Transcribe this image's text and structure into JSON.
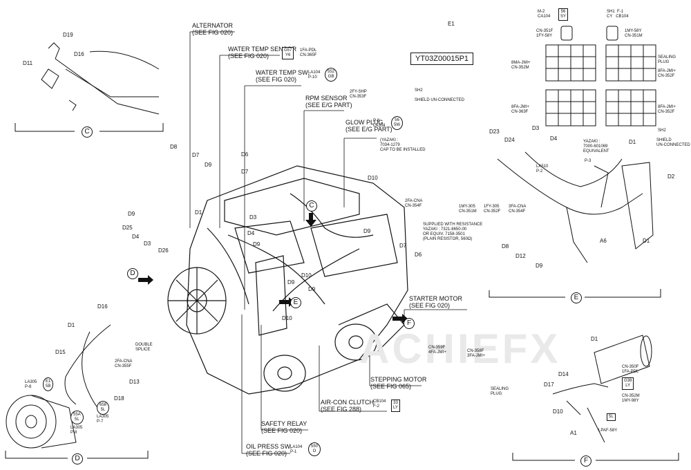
{
  "part_number": "YT03Z00015P1",
  "ref_e1": "E1",
  "watermark": "ACHIEFX",
  "callouts": {
    "alternator": [
      "ALTERNATOR",
      "(SEE FIG 020)"
    ],
    "water_temp_sensor": [
      "WATER TEMP SENSOR",
      "(SEE FIG 020)"
    ],
    "water_temp_sw": [
      "WATER TEMP SW.",
      "(SEE FIG 020)"
    ],
    "rpm_sensor": [
      "RPM SENSOR",
      "(SEE E/G PART)"
    ],
    "glow_plug": [
      "GLOW PLUG",
      "(SEE E/G PART)"
    ],
    "starter_motor": [
      "STARTER MOTOR",
      "(SEE FIG 020)"
    ],
    "stepping_motor": [
      "STEPPING MOTOR",
      "(SEE FIG 065)"
    ],
    "air_con_clutch": [
      "AIR-CON CLUTCH",
      "(SEE FIG 288)"
    ],
    "safety_relay": [
      "SAFETY RELAY",
      "(SEE FIG 020)"
    ],
    "oil_press_sw": [
      "OIL PRESS SW.",
      "(SEE FIG 020)"
    ]
  },
  "connectors": {
    "wts": {
      "label": "1FA-PDL\nCN-365F",
      "box": "G57\nY6"
    },
    "wtsw": {
      "label": "LA104\nP-10",
      "oval": "552\nGB"
    },
    "rpm": {
      "label": "2FY-SHP\nCN-353F",
      "sh": "SH2",
      "note": "SHIELD UN-CONNECTED"
    },
    "glow": {
      "label": "P-8\nLA304",
      "oval": "56\n5W"
    },
    "yazaki": [
      "(YAZAKI :",
      "7034-1279",
      "CAP TO BE INSTALLED"
    ],
    "twofa": {
      "label": "2FA-CNA\nCN-354F",
      "note": [
        "SUPPLIED WITH RESISTANCE",
        "YAZAKI : 7321-8650-00",
        "OR EQUIV. 7158-3501",
        "(PLAIN RESISTOR, 560Ω)"
      ]
    },
    "stepping": {
      "label": "CN-359F\n4FA-JMI+",
      "label2": "CN-358F\n3FA-JMI+",
      "note": "SEALING\nPLUG"
    },
    "aircon": {
      "label": "CB104\nF-2",
      "box": "33\nLY"
    },
    "oilpress": {
      "label": "LA104\nP-1",
      "oval": "550\nO"
    }
  },
  "right_panel": {
    "m2": {
      "label": "M-2\nCA104",
      "box": "56\nSY"
    },
    "f1": {
      "label": "SH1  F-1\nCY   CB104"
    },
    "cn351": "CN-351F\n1FY-58Y",
    "cn351m": "1MY-58Y\nCN-351M",
    "sealing": "SEALING\nPLUG",
    "sma": "8MA-JMI+\nCN-352M",
    "sfa": "8FA-JMI+\nCN-352F",
    "sfa2": "8FA-JMI+\nCN-363F",
    "sh2": "SH2",
    "shield": "SHIELD\nUN-CONNECTED",
    "yazaki2": [
      "YAZAKI :",
      "7000-601069",
      "EQUIVALENT"
    ],
    "p3": "P-3",
    "la": "LA510\nP-2",
    "conns": [
      "1MY-305\nCN-351M",
      "1FY-305\nCN-352F",
      "3FA-CNA\nCN-354F"
    ]
  },
  "section_c": "C",
  "section_d": "D",
  "section_e": "E",
  "section_f": "F",
  "panel_d": {
    "twofa": "2FA-CNA\nCN-355F",
    "double_splice": "DOUBLE\nSPLICE",
    "la305a": "LA305\nP-8",
    "la305b": "LA305\nP-7",
    "la305c": "LA305\nP-8",
    "o1": "E1\n5B",
    "o2": "55A\n5L",
    "o3": "658\n5L"
  },
  "panel_f": {
    "cn350": "CN-350F\n1FA-PDL",
    "cn352": "CN-352M\n1MY-98Y",
    "lpaf": "LPAF-58Y",
    "box1": "5L",
    "box2": "G38\nLY"
  },
  "refs": {
    "D1a": "D1",
    "D1b": "D1",
    "D1c": "D1",
    "D1d": "D1",
    "D1e": "D1",
    "D2": "D2",
    "D3a": "D3",
    "D3b": "D3",
    "D4a": "D4",
    "D4b": "D4",
    "D4c": "D4",
    "D6a": "D6",
    "D6b": "D6",
    "D7a": "D7",
    "D7b": "D7",
    "D7c": "D7",
    "D8a": "D8",
    "D8b": "D8",
    "D9a": "D9",
    "D9b": "D9",
    "D9c": "D9",
    "D9d": "D9",
    "D9e": "D9",
    "D9f": "D9",
    "D9g": "D9",
    "D10a": "D10",
    "D10b": "D10",
    "D10c": "D10",
    "D10d": "D10",
    "D11": "D11",
    "D12": "D12",
    "D13": "D13",
    "D14": "D14",
    "D15": "D15",
    "D16a": "D16",
    "D16b": "D16",
    "D17": "D17",
    "D18": "D18",
    "D19": "D19",
    "D23": "D23",
    "D24": "D24",
    "D25": "D25",
    "D26": "D26",
    "A1": "A1",
    "A6": "A6"
  }
}
